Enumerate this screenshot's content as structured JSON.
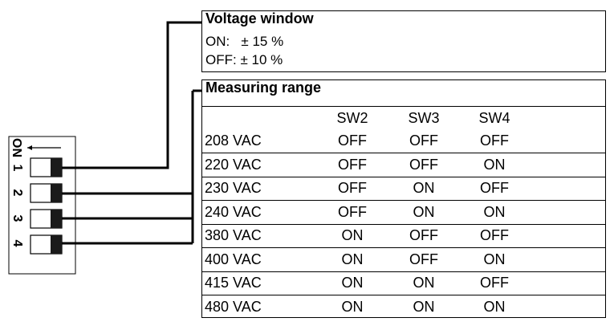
{
  "voltage_window": {
    "title": "Voltage window",
    "on_line": "ON:   ± 15 %",
    "off_line": "OFF: ± 10 %"
  },
  "measuring_range": {
    "title": "Measuring range",
    "headers": [
      "",
      "SW2",
      "SW3",
      "SW4"
    ],
    "rows": [
      [
        "208 VAC",
        "OFF",
        "OFF",
        "OFF"
      ],
      [
        "220 VAC",
        "OFF",
        "OFF",
        "ON"
      ],
      [
        "230 VAC",
        "OFF",
        "ON",
        "OFF"
      ],
      [
        "240 VAC",
        "OFF",
        "ON",
        "ON"
      ],
      [
        "380 VAC",
        "ON",
        "OFF",
        "OFF"
      ],
      [
        "400 VAC",
        "ON",
        "OFF",
        "ON"
      ],
      [
        "415 VAC",
        "ON",
        "ON",
        "OFF"
      ],
      [
        "480 VAC",
        "ON",
        "ON",
        "ON"
      ]
    ]
  },
  "dip_switch": {
    "on_label": "ON",
    "switch_numbers": [
      "1",
      "2",
      "3",
      "4"
    ]
  }
}
